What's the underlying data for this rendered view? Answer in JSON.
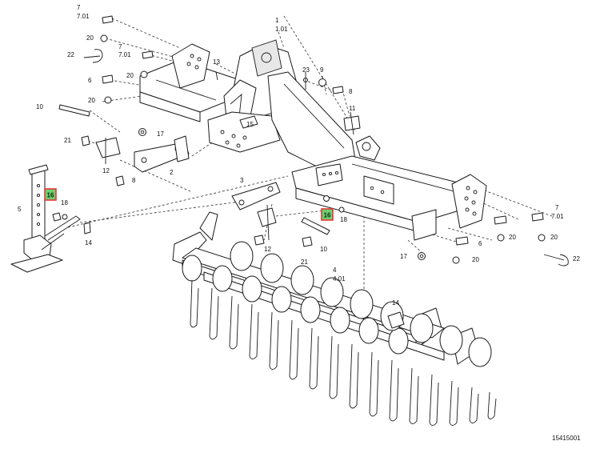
{
  "diagram": {
    "drawing_number": "15415001",
    "highlight_colors": {
      "fill": "#6fce73",
      "border": "#e53935"
    },
    "labels": {
      "l7a": "7",
      "l701a": "7.01",
      "l20a": "20",
      "l22a": "22",
      "l7b": "7",
      "l701b": "7.01",
      "l20b": "20",
      "l6a": "6",
      "l20c": "20",
      "l10a": "10",
      "l17a": "17",
      "l21a": "21",
      "l12a": "12",
      "l8a": "8",
      "l2": "2",
      "l13": "13",
      "l1": "1",
      "l101": "1.01",
      "l23": "23",
      "l9": "9",
      "l8b": "8",
      "l11": "11",
      "l15": "15",
      "l3": "3",
      "l18a": "18",
      "l5": "5",
      "l14a": "14",
      "l12b": "12",
      "l21b": "21",
      "l10b": "10",
      "l18b": "18",
      "l4": "4",
      "l401": "4.01",
      "l14b": "14",
      "l7c": "7",
      "l701c": "7.01",
      "l20d": "20",
      "l6b": "6",
      "l20e": "20",
      "l17b": "17",
      "l22b": "22",
      "l20f": "20"
    },
    "highlights": {
      "h1": "16",
      "h2": "16"
    }
  }
}
